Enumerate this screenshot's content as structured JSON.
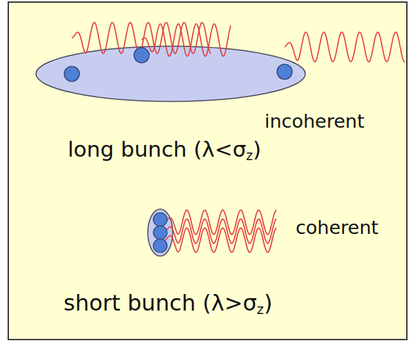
{
  "diagram": {
    "labels": [
      "incoherent",
      "long bunch (λ<σz)",
      "coherent",
      "short bunch (λ>σz)"
    ]
  }
}
